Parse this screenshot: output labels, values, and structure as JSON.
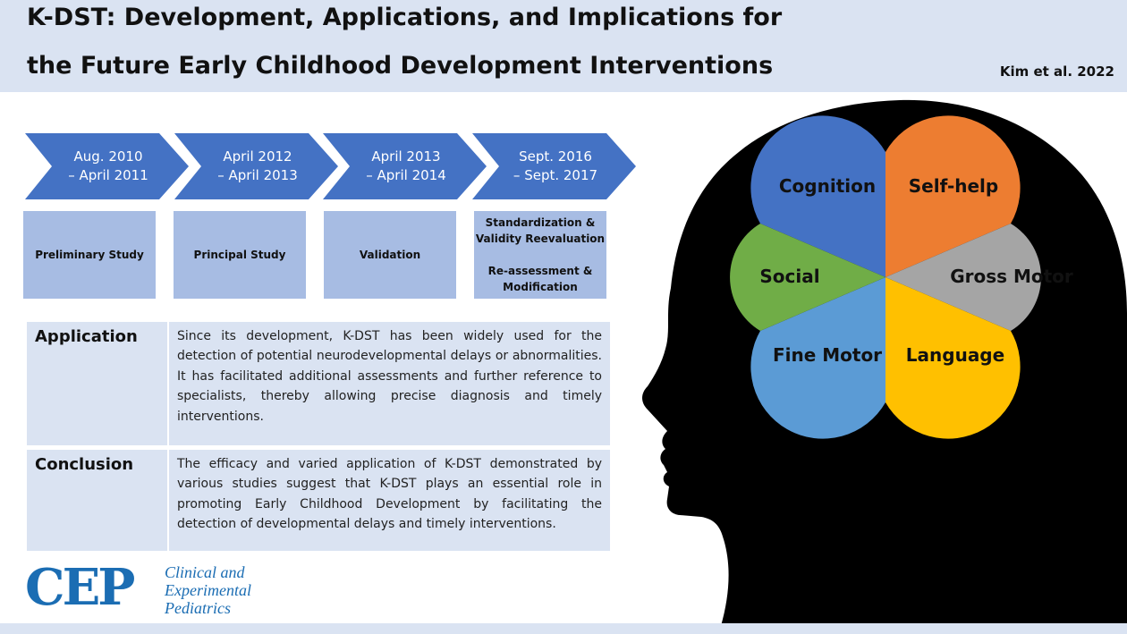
{
  "header": {
    "title_line1": "K-DST: Development, Applications, and Implications for",
    "title_line2": "the Future Early Childhood Development Interventions",
    "author": "Kim et al. 2022"
  },
  "timeline": [
    {
      "line1": "Aug. 2010",
      "line2": "– April 2011",
      "stage": [
        "Preliminary Study"
      ]
    },
    {
      "line1": "April 2012",
      "line2": "– April 2013",
      "stage": [
        "Principal Study"
      ]
    },
    {
      "line1": "April 2013",
      "line2": "– April 2014",
      "stage": [
        "Validation"
      ]
    },
    {
      "line1": "Sept. 2016",
      "line2": "– Sept. 2017",
      "stage": [
        "Standardization &",
        "Validity Reevaluation",
        "Re-assessment &",
        "Modification"
      ]
    }
  ],
  "application": {
    "label": "Application",
    "text": "Since its development, K-DST has been widely used for the detection of potential neurodevelopmental delays or abnormalities. It has facilitated additional assessments and further reference to specialists, thereby allowing precise diagnosis and timely interventions."
  },
  "conclusion": {
    "label": "Conclusion",
    "text": "The efficacy and varied application of K-DST demonstrated by various studies suggest that K-DST plays an essential role in promoting Early Childhood Development by facilitating the detection of developmental delays and timely interventions."
  },
  "logo": {
    "abbr": "CEP",
    "line1": "Clinical and",
    "line2": "Experimental",
    "line3": "Pediatrics"
  },
  "domains": {
    "cognition": "Cognition",
    "self_help": "Self-help",
    "social": "Social",
    "gross_motor": "Gross Motor",
    "fine_motor": "Fine Motor",
    "language": "Language"
  },
  "colors": {
    "header_bg": "#dae3f2",
    "arrow": "#4472c4",
    "stage_box": "#a7bce3",
    "cognition": "#4472c4",
    "self_help": "#ed7d31",
    "gross_motor": "#a5a5a5",
    "language": "#ffc000",
    "fine_motor": "#5b9bd5",
    "social": "#70ad47",
    "logo": "#1b6db3"
  }
}
